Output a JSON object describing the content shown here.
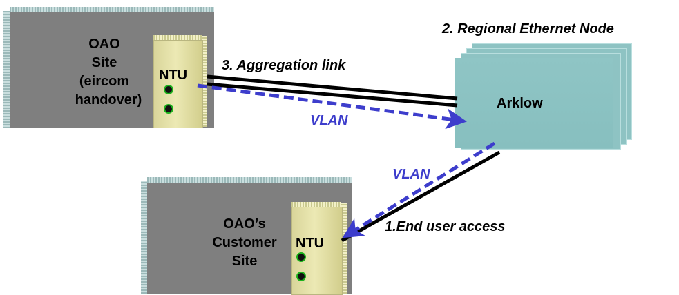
{
  "oao_site": {
    "lines": [
      "OAO",
      "Site",
      "(eircom",
      "handover)"
    ]
  },
  "customer_site": {
    "lines": [
      "OAO’s",
      "Customer",
      "Site"
    ]
  },
  "ntu_label": "NTU",
  "node": {
    "title": "2. Regional Ethernet Node",
    "name": "Arklow"
  },
  "links": {
    "aggregation": "3. Aggregation link",
    "end_user": "1.End user access",
    "vlan_top": "VLAN",
    "vlan_bottom": "VLAN"
  },
  "colors": {
    "site_gray": "#7f7f7f",
    "ntu_yellow": "#e6e2a6",
    "node_teal": "#8ec3c3",
    "vlan_blue": "#3d3dcc"
  }
}
